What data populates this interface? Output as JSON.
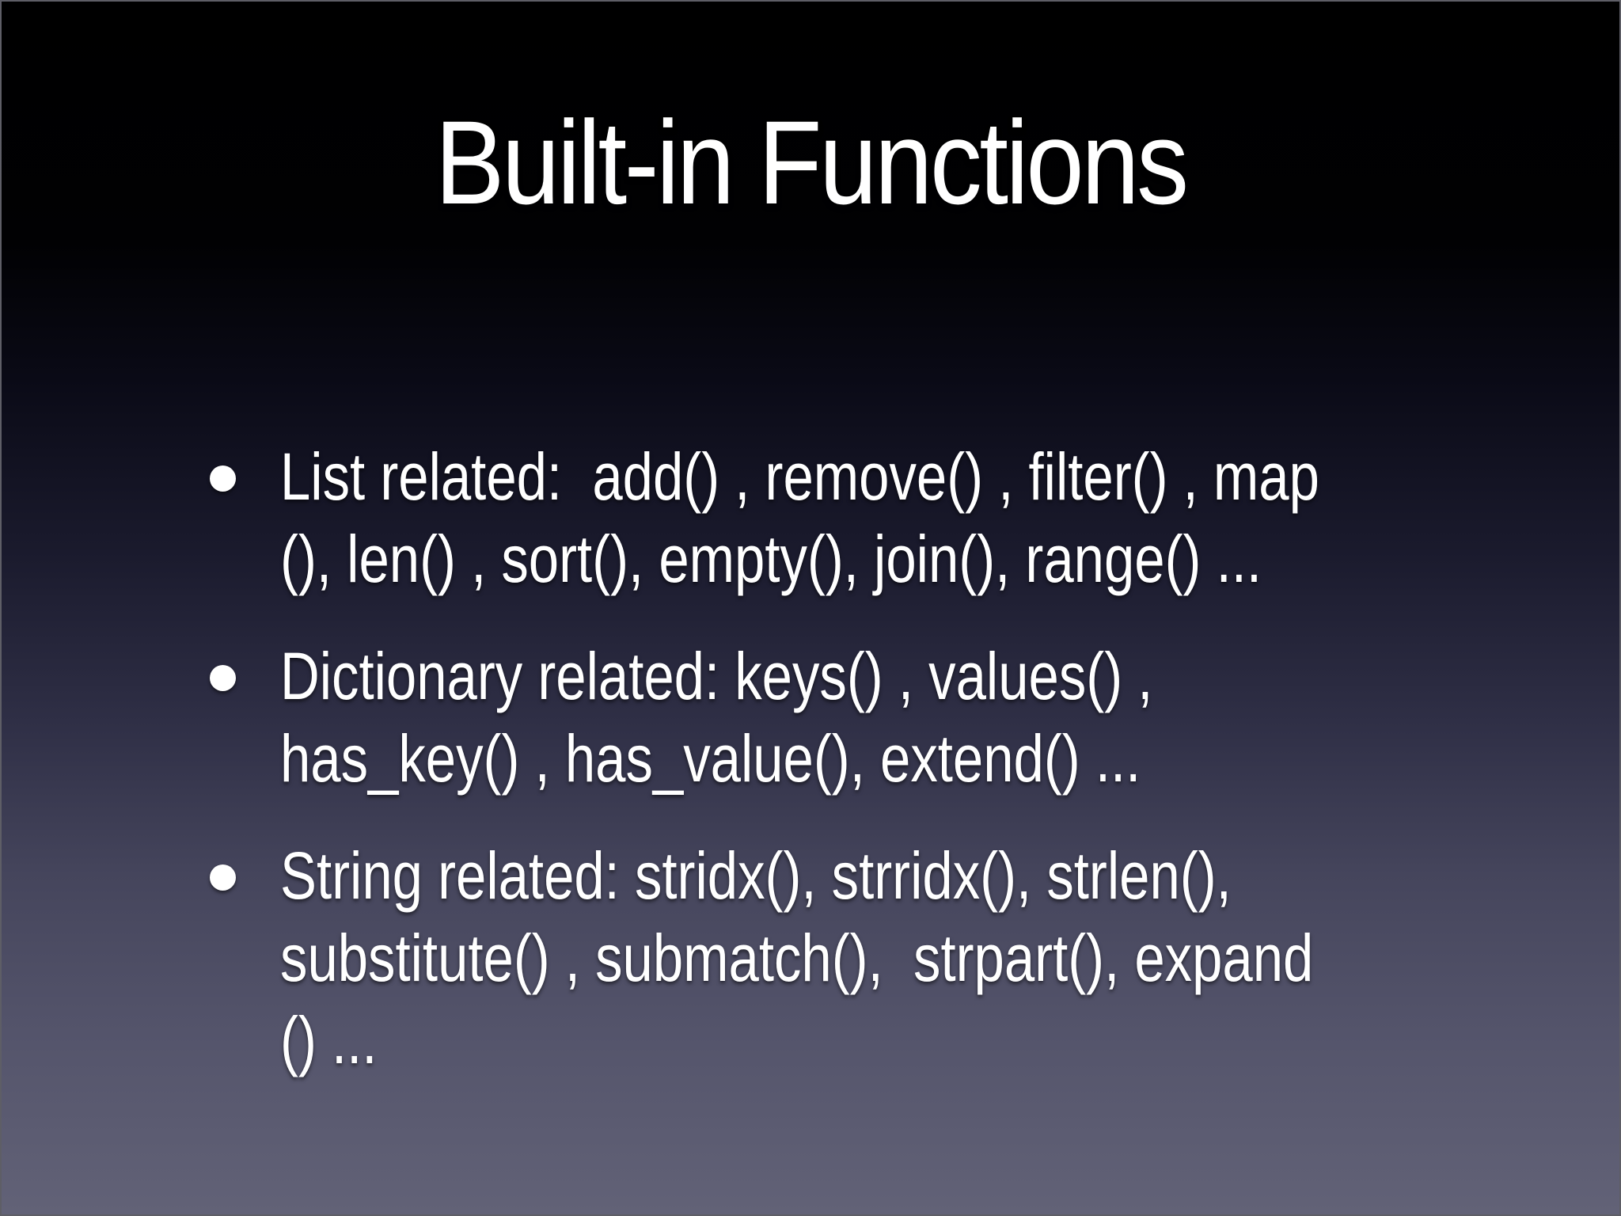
{
  "slide": {
    "title": "Built-in Functions",
    "bullets": [
      {
        "topic": "List related",
        "lines": [
          "List related:  add() , remove() , filter() , map",
          "(), len() , sort(), empty(), join(), range() ..."
        ]
      },
      {
        "topic": "Dictionary related",
        "lines": [
          "Dictionary related: keys() , values() ,",
          "has_key() , has_value(), extend() ..."
        ]
      },
      {
        "topic": "String related",
        "lines": [
          "String related: stridx(), strridx(), strlen(),",
          "substitute() , submatch(),  strpart(), expand",
          "() ..."
        ]
      }
    ],
    "colors": {
      "background_top": "#000000",
      "background_bottom": "#626277",
      "text": "#ffffff",
      "border": "#5e5e66"
    }
  }
}
